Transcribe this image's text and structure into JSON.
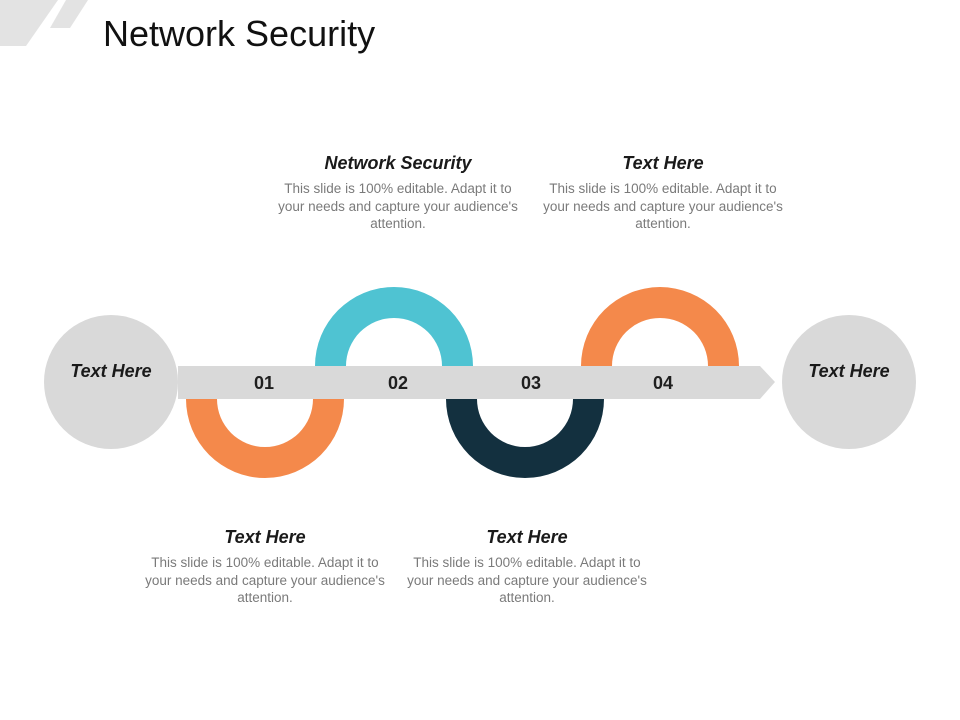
{
  "page": {
    "title": "Network Security"
  },
  "colors": {
    "orange": "#F4894B",
    "teal": "#4FC3D2",
    "navy": "#13303F",
    "gray": "#D9D9D9"
  },
  "end_nodes": {
    "left": {
      "label": "Text Here"
    },
    "right": {
      "label": "Text Here"
    }
  },
  "steps": [
    {
      "number": "01",
      "color": "orange",
      "position": "below",
      "title": "Text Here",
      "body": "This slide is 100% editable. Adapt it to your needs and capture your audience's attention."
    },
    {
      "number": "02",
      "color": "teal",
      "position": "above",
      "title": "Network Security",
      "body": "This slide is 100% editable. Adapt it to your needs and capture your audience's attention."
    },
    {
      "number": "03",
      "color": "navy",
      "position": "below",
      "title": "Text Here",
      "body": "This slide is 100% editable. Adapt it to your needs and capture your audience's attention."
    },
    {
      "number": "04",
      "color": "orange",
      "position": "above",
      "title": "Text Here",
      "body": "This slide is 100% editable. Adapt it to your needs and capture your audience's attention."
    }
  ]
}
